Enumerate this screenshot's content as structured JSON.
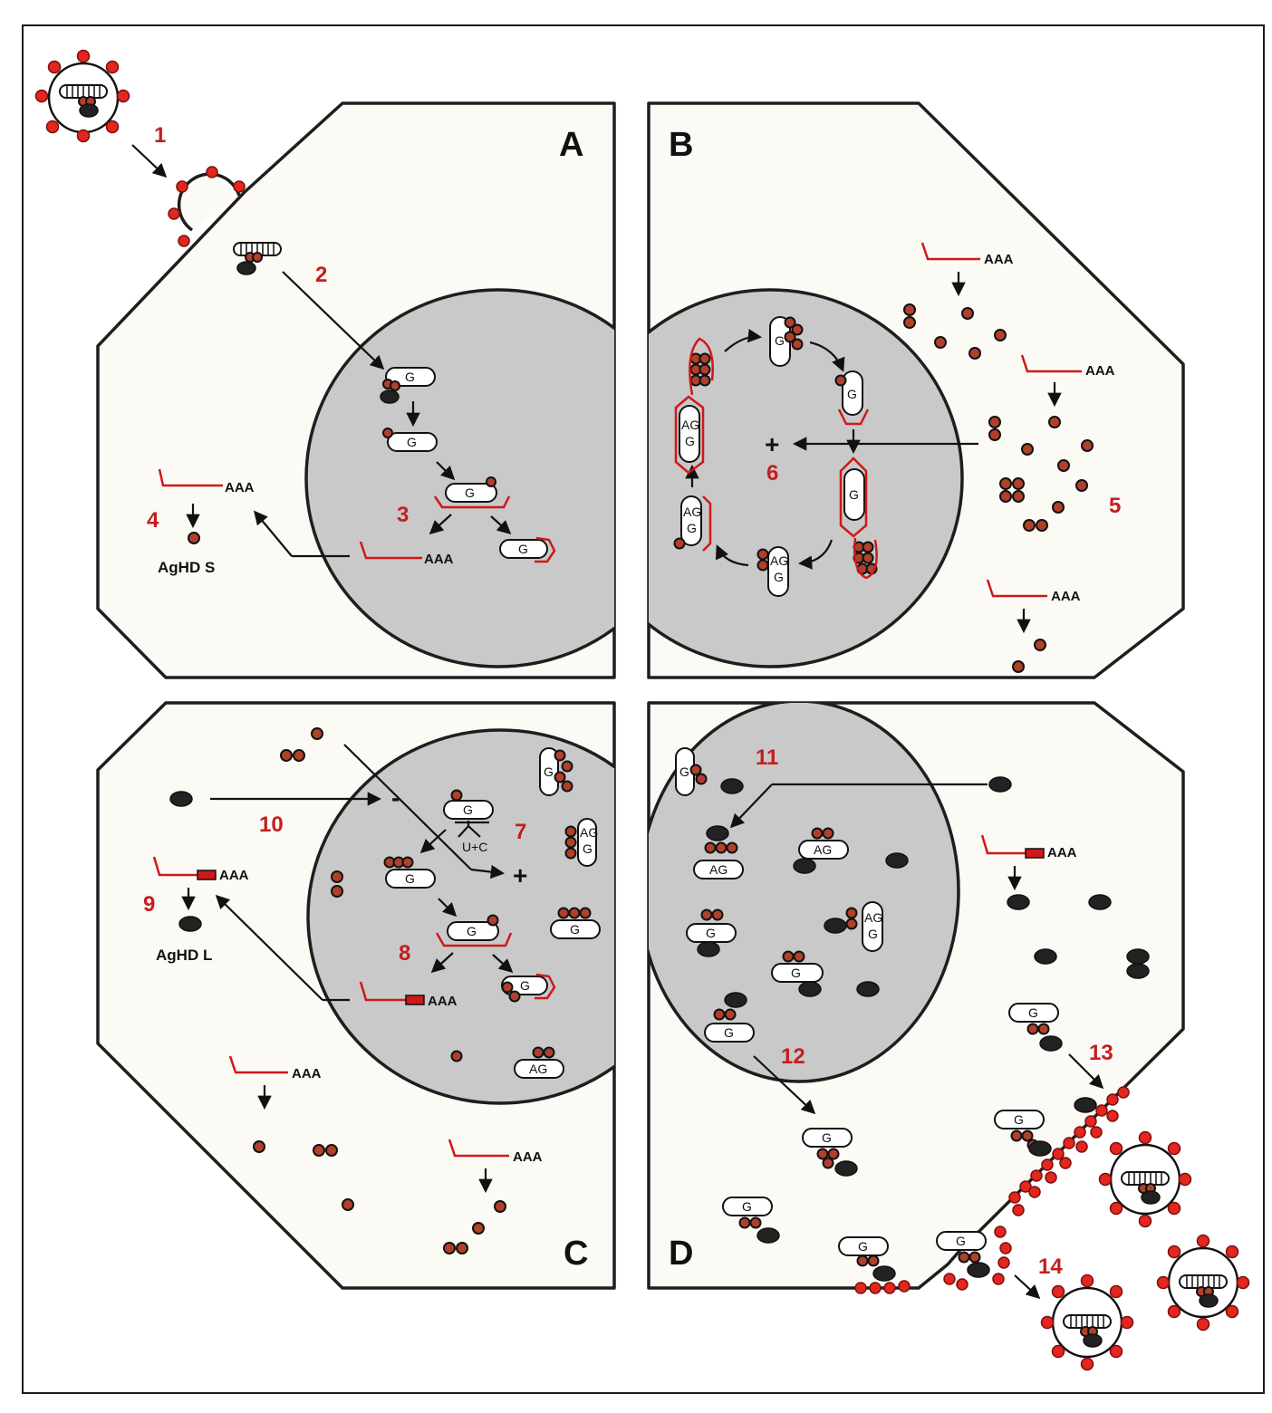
{
  "panels": {
    "a": "A",
    "b": "B",
    "c": "C",
    "d": "D"
  },
  "steps": [
    "1",
    "2",
    "3",
    "4",
    "5",
    "6",
    "7",
    "8",
    "9",
    "10",
    "11",
    "12",
    "13",
    "14"
  ],
  "labels": {
    "genome": "G",
    "antigenome": "AG",
    "polya": "AAA",
    "aghd_s": "AgHD S",
    "aghd_l": "AgHD L",
    "uc": "U+C",
    "plus": "+",
    "minus": "-"
  },
  "colors": {
    "accent_red": "#d01818",
    "nucleus_gray": "#c9c9c9",
    "antigen_small": "#b0402a",
    "antigen_large": "#222222"
  }
}
